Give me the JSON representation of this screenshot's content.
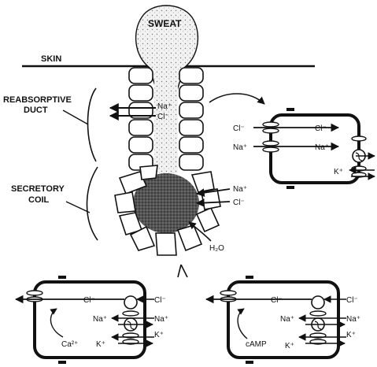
{
  "labels": {
    "sweat": "SWEAT",
    "skin": "SKIN",
    "reabsorptive_line1": "REABSORPTIVE",
    "reabsorptive_line2": "DUCT",
    "secretory_line1": "SECRETORY",
    "secretory_line2": "COIL",
    "water": "H₂O"
  },
  "ions": {
    "na": "Na⁺",
    "cl": "Cl⁻",
    "k": "K⁺",
    "ca": "Ca²⁺",
    "camp": "cAMP"
  },
  "colors": {
    "ink": "#111111",
    "paper": "#ffffff",
    "sweat_fill": "#e6e6e6",
    "coil_fill": "#555555"
  }
}
